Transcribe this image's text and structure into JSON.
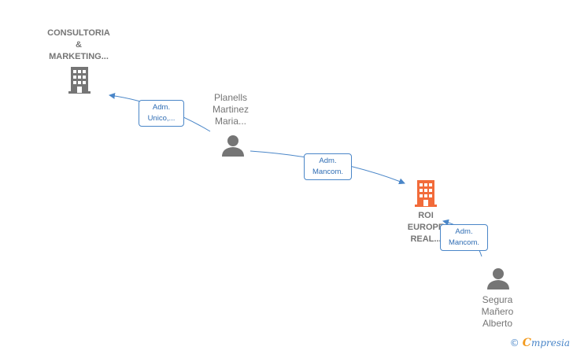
{
  "nodes": {
    "consultoria": {
      "lines": [
        "CONSULTORIA",
        "&",
        "MARKETING..."
      ],
      "icon": "building-icon",
      "color": "#757575"
    },
    "planells": {
      "lines": [
        "Planells",
        "Martinez",
        "Maria..."
      ],
      "icon": "person-icon",
      "color": "#757575"
    },
    "roi": {
      "lines": [
        "ROI",
        "EUROPE",
        "REAL..."
      ],
      "icon": "building-icon",
      "color": "#f26b3a"
    },
    "segura": {
      "lines": [
        "Segura",
        "Mañero",
        "Alberto"
      ],
      "icon": "person-icon",
      "color": "#757575"
    }
  },
  "edges": {
    "e1": {
      "lines": [
        "Adm.",
        "Unico,..."
      ]
    },
    "e2": {
      "lines": [
        "Adm.",
        "Mancom."
      ]
    },
    "e3": {
      "lines": [
        "Adm.",
        "Mancom."
      ]
    }
  },
  "colors": {
    "edge": "#4a86c8",
    "label_text": "#2f6db4"
  },
  "footer": {
    "copyright": "©",
    "brand_initial": "C",
    "brand_rest": "mpresia"
  }
}
